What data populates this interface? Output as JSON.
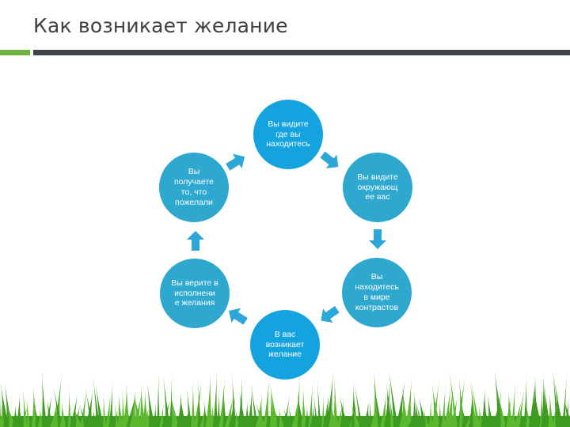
{
  "header": {
    "title": "Как возникает желание"
  },
  "cycle": {
    "node_color": "#15a3e0",
    "node_color_side": "#2fa8cf",
    "arrow_color": "#2da6d8",
    "nodes": [
      {
        "id": "see-where-you-are",
        "label": "Вы видите\nгде вы\nнаходитесь"
      },
      {
        "id": "see-surroundings",
        "label": "Вы видите\nокружающ\nее вас"
      },
      {
        "id": "world-of-contrasts",
        "label": "Вы\nнаходитесь\nв мире\nконтрастов"
      },
      {
        "id": "desire-arises",
        "label": "В вас\nвозникает\nжелание"
      },
      {
        "id": "believe-fulfillment",
        "label": "Вы верите в\nисполнени\nе желания"
      },
      {
        "id": "get-what-wished",
        "label": "Вы\nполучаете\nто, что\nпожелали"
      }
    ]
  },
  "decor": {
    "grass_color": "#5cb82e",
    "grass_dark": "#3f9a22"
  }
}
